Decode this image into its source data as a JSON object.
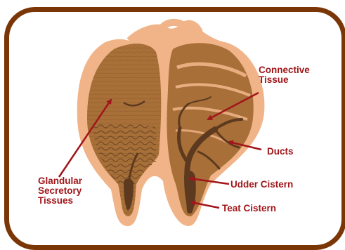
{
  "diagram": {
    "labels": {
      "connective": [
        "Connective",
        "Tissue"
      ],
      "ducts": "Ducts",
      "glandular": [
        "Glandular",
        "Secretory",
        "Tissues"
      ],
      "udder_cistern": "Udder Cistern",
      "teat_cistern": "Teat Cistern"
    },
    "colors": {
      "frame": "#7a3606",
      "tissue": "#a87038",
      "skin": "#f0b488",
      "ducts": "#5d3a1f",
      "label": "#a0161a",
      "arrow": "#a0161a"
    }
  }
}
